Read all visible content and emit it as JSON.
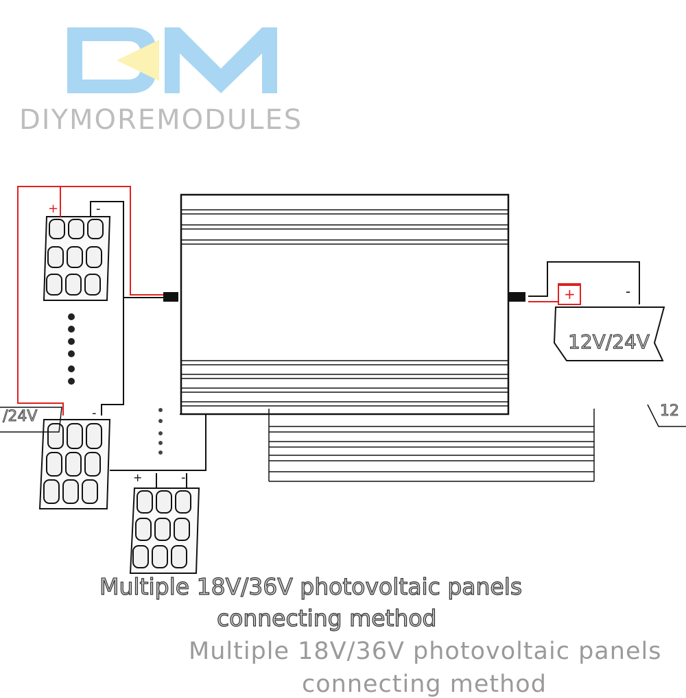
{
  "brand": {
    "logo_letters": "DM",
    "name": "DIYMOREMODULES",
    "colors": {
      "logo_blue": "#a9d6f3",
      "logo_yellow": "#fbf2b4",
      "name_gray": "#bdbdbd"
    }
  },
  "panels": {
    "plus_sign": "+",
    "minus_sign": "-"
  },
  "battery": {
    "label": "12V/24V",
    "plus_sign": "+",
    "minus_sign": "-"
  },
  "cropped_labels": {
    "left_battery": "/24V",
    "right_battery": "12"
  },
  "caption": {
    "line1": "Multiple 18V/36V photovoltaic panels",
    "line2": "connecting method"
  },
  "ghost_caption": {
    "line1": "Multiple 18V/36V photovoltaic panels",
    "line2": "connecting method"
  },
  "colors": {
    "wire_positive": "#e02020",
    "wire_negative": "#111111",
    "outline": "#111111"
  }
}
